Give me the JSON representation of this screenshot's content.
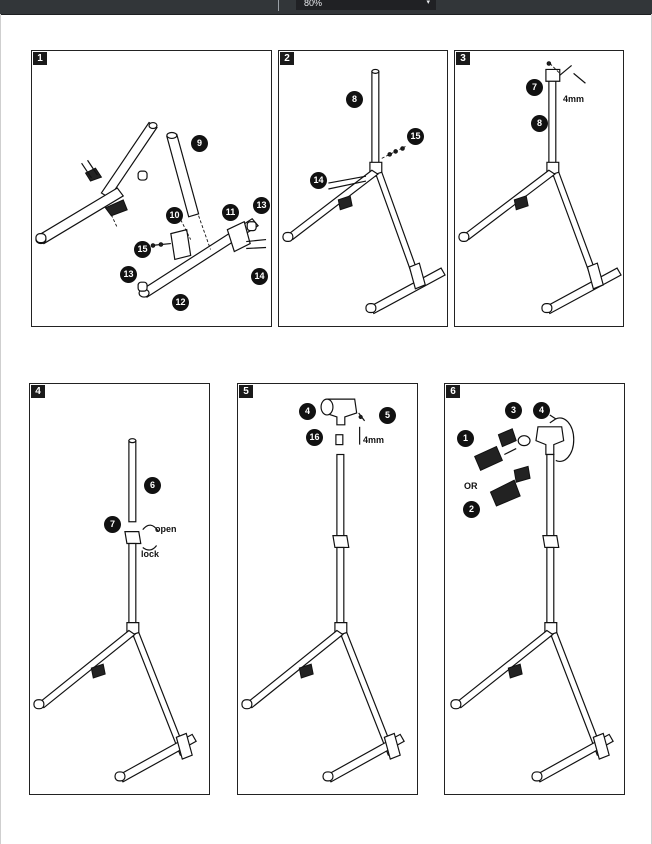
{
  "viewer": {
    "zoom_value": "80%"
  },
  "steps": [
    {
      "number": "1",
      "callouts": [
        "9",
        "10",
        "11",
        "13",
        "15",
        "13",
        "12",
        "14"
      ]
    },
    {
      "number": "2",
      "callouts": [
        "8",
        "15",
        "14"
      ]
    },
    {
      "number": "3",
      "callouts": [
        "7",
        "8"
      ],
      "labels": {
        "hex": "4mm"
      }
    },
    {
      "number": "4",
      "callouts": [
        "6",
        "7"
      ],
      "labels": {
        "open": "open",
        "lock": "lock"
      }
    },
    {
      "number": "5",
      "callouts": [
        "4",
        "5",
        "16"
      ],
      "labels": {
        "hex": "4mm"
      }
    },
    {
      "number": "6",
      "callouts": [
        "3",
        "4",
        "1",
        "2"
      ],
      "labels": {
        "or": "OR"
      }
    }
  ]
}
